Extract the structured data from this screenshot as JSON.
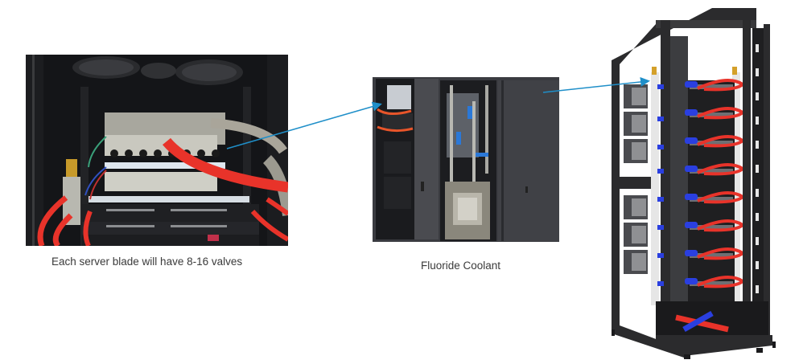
{
  "figures": [
    {
      "id": "server-blade",
      "description": "Open server cabinet with manifold, red coolant hoses and network switches",
      "caption": "Each server blade will have 8-16 valves"
    },
    {
      "id": "coolant-cabinet",
      "description": "Open cabinet showing coolant distribution unit with piping and reservoir",
      "caption": "Fluoride Coolant"
    },
    {
      "id": "rack-render",
      "description": "3D render of open server rack with blue and red coolant loops on each blade",
      "caption": ""
    }
  ],
  "arrows": [
    {
      "from": "server-blade",
      "to": "coolant-cabinet",
      "color": "#1f8fc9"
    },
    {
      "from": "coolant-cabinet",
      "to": "rack-render",
      "color": "#1f8fc9"
    }
  ],
  "colors": {
    "arrow": "#1f8fc9",
    "hose_red": "#e8332a",
    "hose_blue": "#2a3fe0",
    "rack_frame": "#2b2b2d",
    "caption_text": "#3a3a3a"
  }
}
